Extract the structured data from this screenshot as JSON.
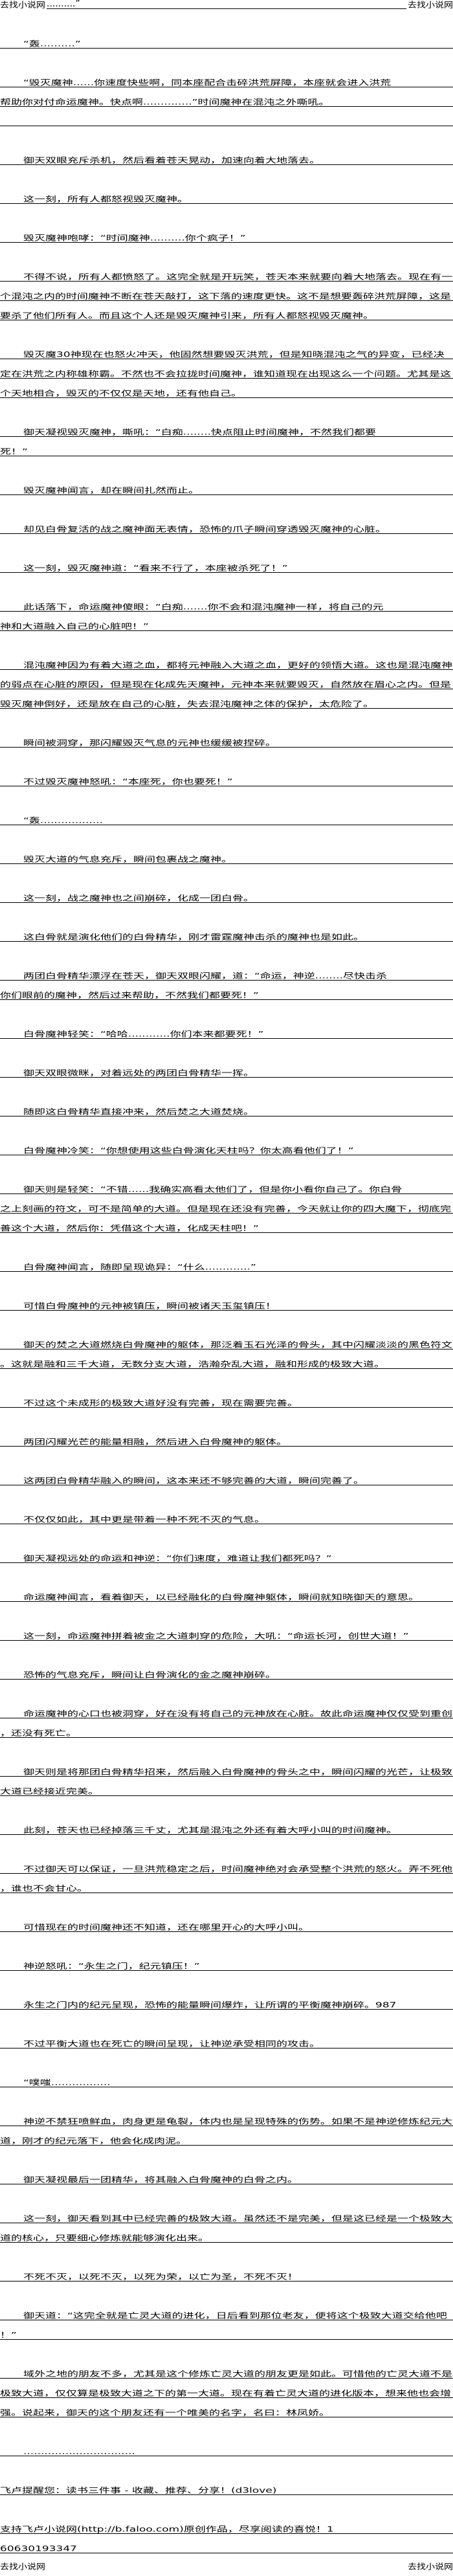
{
  "header": {
    "site_left": "去找小说网",
    "title": "..........”",
    "site_right": "去找小说网"
  },
  "paragraphs": [
    {
      "indent": true,
      "lines": [
        "“轰..........”"
      ]
    },
    {
      "indent": true,
      "lines": [
        "“毁灭魔神......你速度快些啊，同本座配合击碎洪荒屏障，本座就会进入洪荒",
        "帮助你对付命运魔神。快点啊..............”时间魔神在混沌之外嘶吼。",
        ""
      ]
    },
    {
      "indent": true,
      "lines": [
        "御天双眼充斥杀机，然后看着苍天晃动，加速向着大地落去。"
      ]
    },
    {
      "indent": true,
      "lines": [
        "这一刻，所有人都怒视毁灭魔神。"
      ]
    },
    {
      "indent": true,
      "lines": [
        "毁灭魔神咆哮：“时间魔神..........你个疯子！”"
      ]
    },
    {
      "indent": true,
      "lines": [
        "不得不说，所有人都愤怒了。这完全就是开玩笑，苍天本来就要向着大地落去。现在有一",
        "个混沌之内的时间魔神不断在苍天敲打，这下落的速度更快。这不是想要轰碎洪荒屏障，这是",
        "要杀了他们所有人。而且这个人还是毁灭魔神引来，所有人都怒视毁灭魔神。"
      ]
    },
    {
      "indent": true,
      "lines": [
        "毁灭魔30神现在也怒火冲天，他固然想要毁灭洪荒，但是知晓混沌之气的异变，已经决",
        "定在洪荒之内称雄称霸。不然也不会拉拢时间魔神，谁知道现在出现这么一个问题。尤其是这",
        "个天地相合，毁灭的不仅仅是天地，还有他自己。"
      ]
    },
    {
      "indent": true,
      "lines": [
        "御天凝视毁灭魔神，嘶吼：“白痴........快点阻止时间魔神，不然我们都要",
        "死！”"
      ]
    },
    {
      "indent": true,
      "lines": [
        "毁灭魔神闻言，却在瞬间扎然而止。"
      ]
    },
    {
      "indent": true,
      "lines": [
        "却见白骨复活的战之魔神面无表情，恐怖的爪子瞬间穿透毁灭魔神的心脏。"
      ]
    },
    {
      "indent": true,
      "lines": [
        "这一刻，毁灭魔神道：“看来不行了，本座被杀死了！”"
      ]
    },
    {
      "indent": true,
      "lines": [
        "此话落下，命运魔神傻眼：“白痴.......你不会和混沌魔神一样，将自己的元",
        "神和大道融入自己的心脏吧！”"
      ]
    },
    {
      "indent": true,
      "lines": [
        "混沌魔神因为有着大道之血，都将元神融入大道之血，更好的领悟大道。这也是混沌魔神",
        "的弱点在心脏的原因，但是现在化成先天魔神，元神本来就要毁灭，自然放在眉心之内。但是",
        "毁灭魔神倒好，还是放在自己的心脏，失去混沌魔神之体的保护，太危险了。"
      ]
    },
    {
      "indent": true,
      "lines": [
        "瞬间被洞穿，那闪耀毁灭气息的元神也缓缓被捏碎。"
      ]
    },
    {
      "indent": true,
      "lines": [
        "不过毁灭魔神怒吼：“本座死，你也要死！”"
      ]
    },
    {
      "indent": true,
      "lines": [
        "“轰.................."
      ]
    },
    {
      "indent": true,
      "lines": [
        "毁灭大道的气息充斥，瞬间包裹战之魔神。"
      ]
    },
    {
      "indent": true,
      "lines": [
        "这一刻，战之魔神也之间崩碎，化成一团白骨。"
      ]
    },
    {
      "indent": true,
      "lines": [
        "这白骨就是演化他们的白骨精华，刚才雷霆魔神击杀的魔神也是如此。"
      ]
    },
    {
      "indent": true,
      "lines": [
        "两团白骨精华漂浮在苍天，御天双眼闪耀，道：“命运，神逆........尽快击杀",
        "你们眼前的魔神，然后过来帮助，不然我们都要死！”"
      ]
    },
    {
      "indent": true,
      "lines": [
        "白骨魔神轻笑：“哈哈............你们本来都要死！”"
      ]
    },
    {
      "indent": true,
      "lines": [
        "御天双眼微眯，对着远处的两团白骨精华一挥。"
      ]
    },
    {
      "indent": true,
      "lines": [
        "随即这白骨精华直接冲来，然后焚之大道焚烧。"
      ]
    },
    {
      "indent": true,
      "lines": [
        "白骨魔神冷笑：“你想使用这些白骨演化天柱吗？你太高看他们了！”"
      ]
    },
    {
      "indent": true,
      "lines": [
        "御天则是轻笑：“不错......我确实高看太他们了，但是你小看你自己了。你白骨",
        "之上刻画的符文，可不是简单的大道。但是现在还没有完善，今天就让你的四大魔下，彻底完",
        "善这个大道，然后你：凭借这个大道，化成天柱吧！”"
      ]
    },
    {
      "indent": true,
      "lines": [
        "白骨魔神闻言，随即呈现诡异：“什么.............”"
      ]
    },
    {
      "indent": true,
      "lines": [
        "可惜白骨魔神的元神被镇压，瞬间被诸天玉玺镇压！"
      ]
    },
    {
      "indent": true,
      "lines": [
        "御天的焚之大道燃烧白骨魔神的躯体，那泛着玉石光泽的骨头，其中闪耀淡淡的黑色符文",
        "。这就是融和三千大道，无数分支大道，浩瀚杂乱大道，融和形成的极致大道。"
      ]
    },
    {
      "indent": true,
      "lines": [
        "不过这个未成形的极致大道好没有完善，现在需要完善。"
      ]
    },
    {
      "indent": true,
      "lines": [
        "两团闪耀光芒的能量相融，然后进入白骨魔神的躯体。"
      ]
    },
    {
      "indent": true,
      "lines": [
        "这两团白骨精华融入的瞬间，这本来还不够完善的大道，瞬间完善了。"
      ]
    },
    {
      "indent": true,
      "lines": [
        "不仅仅如此，其中更是带着一种不死不灭的气息。"
      ]
    },
    {
      "indent": true,
      "lines": [
        "御天凝视远处的命运和神逆：“你们速度，难道让我们都死吗？”"
      ]
    },
    {
      "indent": true,
      "lines": [
        "命运魔神闻言，看着御天，以已经融化的白骨魔神躯体，瞬间就知晓御天的意思。"
      ]
    },
    {
      "indent": true,
      "lines": [
        "这一刻，命运魔神拼着被金之大道刺穿的危险，大吼：“命运长河，创世大道！”"
      ]
    },
    {
      "indent": true,
      "lines": [
        "恐怖的气息充斥，瞬间让白骨演化的金之魔神崩碎。"
      ]
    },
    {
      "indent": true,
      "lines": [
        "命运魔神的心口也被洞穿，好在没有将自己的元神放在心脏。故此命运魔神仅仅受到重创",
        "，还没有死亡。"
      ]
    },
    {
      "indent": true,
      "lines": [
        "御天则是将那团白骨精华招来，然后融入白骨魔神的骨头之中，瞬间闪耀的光芒，让极致",
        "大道已经接近完美。"
      ]
    },
    {
      "indent": true,
      "lines": [
        "此刻，苍天也已经掉落三千丈，尤其是混沌之外还有着大呼小叫的时间魔神。"
      ]
    },
    {
      "indent": true,
      "lines": [
        "不过御天可以保证，一旦洪荒稳定之后，时间魔神绝对会承受整个洪荒的怒火。弄不死他",
        "，谁也不会甘心。"
      ]
    },
    {
      "indent": true,
      "lines": [
        "可惜现在的时间魔神还不知道，还在哪里开心的大呼小叫。"
      ]
    },
    {
      "indent": true,
      "lines": [
        "神逆怒吼：“永生之门，纪元镇压！”"
      ]
    },
    {
      "indent": true,
      "lines": [
        "永生之门内的纪元呈现，恐怖的能量瞬间爆炸，让所谓的平衡魔神崩碎。987"
      ]
    },
    {
      "indent": true,
      "lines": [
        "不过平衡大道也在死亡的瞬间呈现，让神逆承受相同的攻击。"
      ]
    },
    {
      "indent": true,
      "lines": [
        "“噗嗤................."
      ]
    },
    {
      "indent": true,
      "lines": [
        "神逆不禁狂喷鲜血，肉身更是龟裂，体内也是呈现特殊的伤势。如果不是神逆修炼纪元大",
        "道，刚才的纪元落下，他会化成肉泥。"
      ]
    },
    {
      "indent": true,
      "lines": [
        "御天凝视最后一团精华，将其融入白骨魔神的白骨之内。"
      ]
    },
    {
      "indent": true,
      "lines": [
        "这一刻，御天看到其中已经完善的极致大道。虽然还不是完美，但是这已经是一个极致大",
        "道的核心，只要细心修炼就能够演化出来。"
      ]
    },
    {
      "indent": true,
      "lines": [
        "不死不灭，以死不灭，以死为荣，以亡为圣，不死不灭！"
      ]
    },
    {
      "indent": true,
      "lines": [
        "御天道：“这完全就是亡灵大道的进化，日后看到那位老友，便将这个极致大道交给他吧",
        "！”"
      ]
    },
    {
      "indent": true,
      "lines": [
        "域外之地的朋友不多，尤其是这个修炼亡灵大道的朋友更是如此。可惜他的亡灵大道不是",
        "极致大道，仅仅算是极致大道之下的第一大道。现在有着亡灵大道的进化版本，想来他也会增",
        "强。说起来，御天的这个朋友还有一个唯美的名字，名曰：林凤娇。"
      ]
    },
    {
      "indent": true,
      "lines": [
        "................................"
      ]
    },
    {
      "indent": false,
      "lines": [
        "飞卢提醒您：读书三件事 - 收藏、推荐、分享！(d3love)"
      ]
    },
    {
      "indent": false,
      "lines": [
        "支持飞卢小说网(http://b.faloo.com)原创作品，尽享阅读的喜悦！1",
        "60630193347"
      ]
    }
  ],
  "footer": {
    "site_left": "去找小说网",
    "site_right": "去找小说网"
  }
}
